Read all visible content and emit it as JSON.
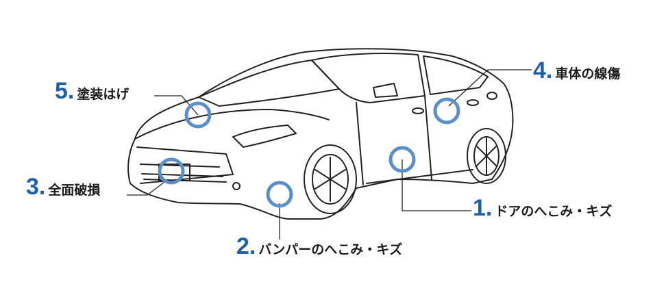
{
  "colors": {
    "accent": "#1f5fa8",
    "marker": "#5b8fc7",
    "line": "#222222"
  },
  "labels": [
    {
      "num": "1.",
      "text": "ドアのへこみ・キズ"
    },
    {
      "num": "2.",
      "text": "バンパーのへこみ・キズ"
    },
    {
      "num": "3.",
      "text": "全面破損"
    },
    {
      "num": "4.",
      "text": "車体の線傷"
    },
    {
      "num": "5.",
      "text": "塗装はげ"
    }
  ]
}
